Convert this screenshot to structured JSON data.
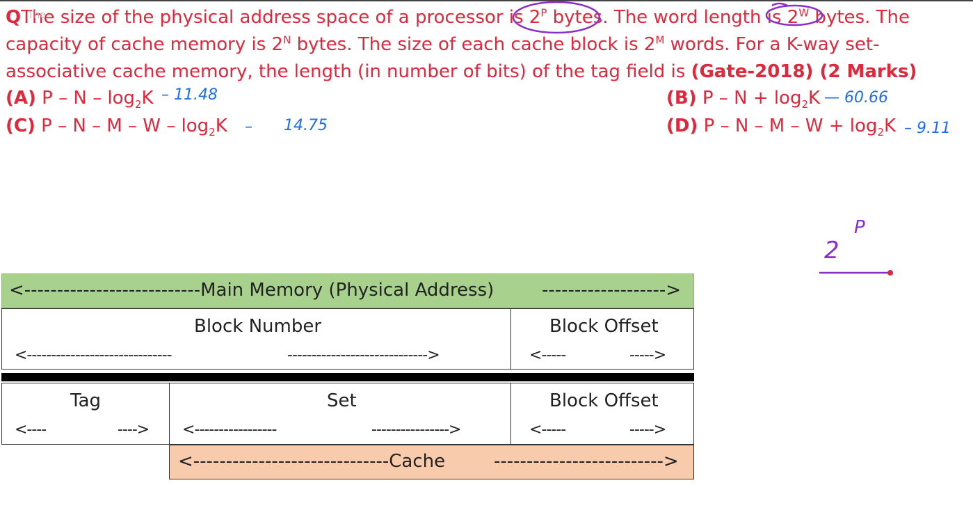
{
  "question": {
    "label": "Q",
    "watermark": "The",
    "line1_a": "The size of the physical address space of a processor is 2",
    "sup_p": "P",
    "line1_b": " bytes. The word length is 2",
    "sup_w": "W",
    "line1_c": " bytes. The",
    "line2_a": "capacity of cache memory is 2",
    "sup_n": "N",
    "line2_b": " bytes. The size of each cache block is 2",
    "sup_m": "M",
    "line2_c": " words. For a K-way set-",
    "line3_a": "associative cache memory, the length (in number of bits) of the tag field is ",
    "line3_b": "(Gate-2018) (2 Marks)"
  },
  "options": [
    {
      "key": "(A)",
      "text_a": " P – N – log",
      "sub": "2",
      "text_b": "K",
      "note": "– 11.48"
    },
    {
      "key": "(B)",
      "text_a": " P – N + log",
      "sub": "2",
      "text_b": "K",
      "note": "— 60.66"
    },
    {
      "key": "(C)",
      "text_a": " P – N – M – W – log",
      "sub": "2",
      "text_b": "K",
      "note": "–",
      "note2": "14.75"
    },
    {
      "key": "(D)",
      "text_a": " P – N – M – W + log",
      "sub": "2",
      "text_b": "K",
      "note": "– 9.11"
    }
  ],
  "annotation": {
    "base": "2",
    "exp": "P"
  },
  "diagram": {
    "main_left": "<---------------------------Main Memory (Physical Address)",
    "main_right": "------------------->",
    "block_number": "Block Number",
    "block_offset": "Block Offset",
    "bn_arrow_left": "<------------------------------",
    "bn_arrow_right": "----------------------------->",
    "bo_arrow_left": "<-----",
    "bo_arrow_right": "----->",
    "tag": "Tag",
    "set": "Set",
    "tag_arrow_left": "<----",
    "tag_arrow_right": "---->",
    "set_arrow_left": "<-----------------",
    "set_arrow_right": "---------------->",
    "cache_left": "<------------------------------Cache",
    "cache_right": "-------------------------->"
  },
  "colors": {
    "question_red": "#e0283c",
    "pen_blue": "#1f6fe0",
    "pen_purple": "#8a2fc9",
    "main_green": "#a9d18e",
    "cache_peach": "#f8cbad"
  }
}
